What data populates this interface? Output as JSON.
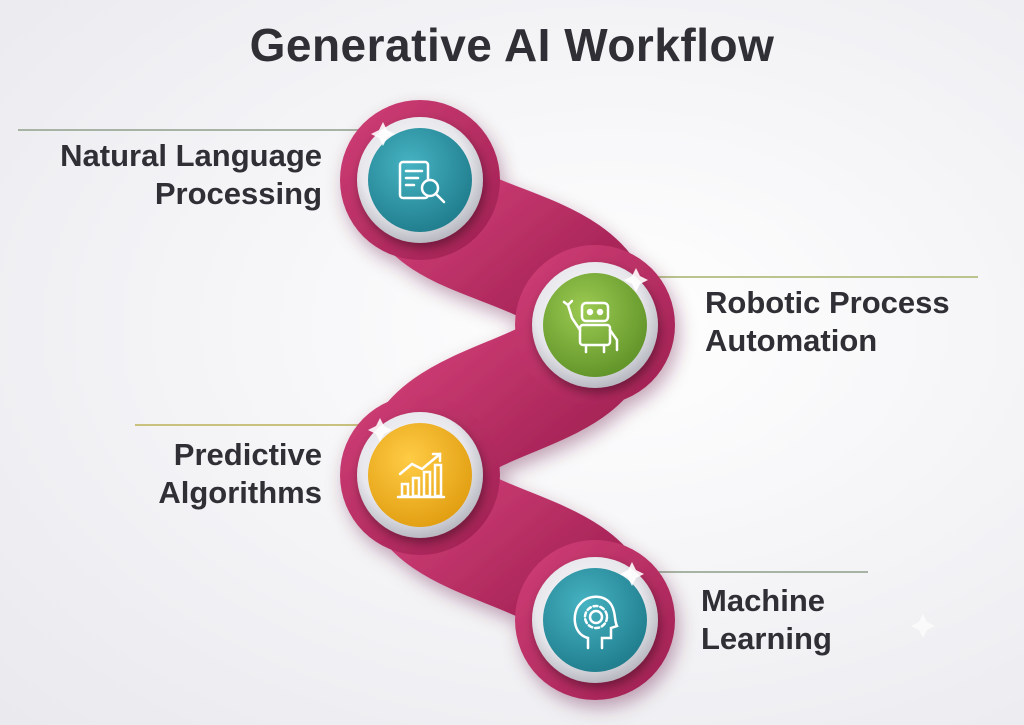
{
  "title": "Generative AI Workflow",
  "colors": {
    "track": "#b8285f",
    "track_highlight": "#d8467c",
    "teal": "#2c97a7",
    "green": "#7fb03a",
    "yellow": "#f0b21f",
    "line": "#a9b88a"
  },
  "steps": [
    {
      "line1": "Natural Language",
      "line2": "Processing",
      "icon": "document-search-icon",
      "color": "teal"
    },
    {
      "line1": "Robotic Process",
      "line2": "Automation",
      "icon": "robot-icon",
      "color": "green"
    },
    {
      "line1": "Predictive",
      "line2": "Algorithms",
      "icon": "bar-chart-growth-icon",
      "color": "yellow"
    },
    {
      "line1": "Machine",
      "line2": "Learning",
      "icon": "head-gear-icon",
      "color": "teal"
    }
  ]
}
